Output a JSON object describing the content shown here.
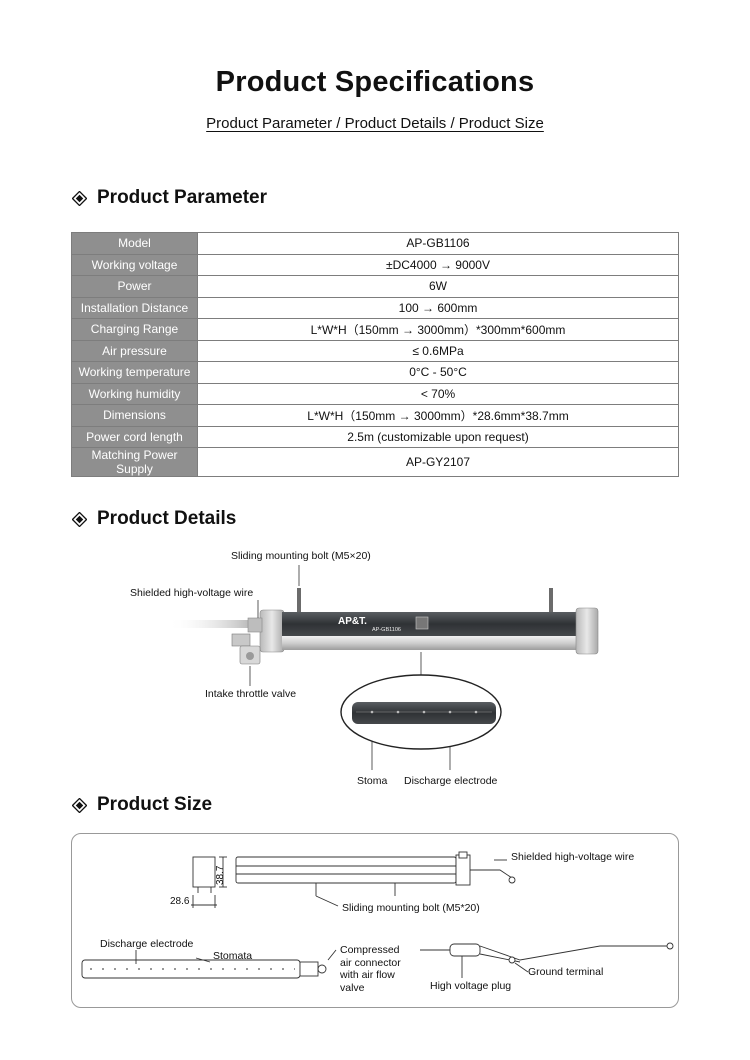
{
  "header": {
    "title": "Product Specifications",
    "subtitle": "Product Parameter / Product Details / Product Size"
  },
  "sections": {
    "parameter": "Product Parameter",
    "details": "Product Details",
    "size": "Product Size"
  },
  "params": [
    {
      "key": "Model",
      "value": "AP-GB1106"
    },
    {
      "key": "Working voltage",
      "value": "±DC4000 → 9000V"
    },
    {
      "key": "Power",
      "value": "6W"
    },
    {
      "key": "Installation Distance",
      "value": "100 → 600mm"
    },
    {
      "key": "Charging Range",
      "value": "L*W*H（150mm → 3000mm）*300mm*600mm"
    },
    {
      "key": "Air pressure",
      "value": "≤ 0.6MPa"
    },
    {
      "key": "Working temperature",
      "value": "0°C - 50°C"
    },
    {
      "key": "Working humidity",
      "value": "< 70%"
    },
    {
      "key": "Dimensions",
      "value": "L*W*H（150mm → 3000mm）*28.6mm*38.7mm"
    },
    {
      "key": "Power cord length",
      "value": "2.5m (customizable upon request)"
    },
    {
      "key": "Matching Power Supply",
      "value": "AP-GY2107"
    }
  ],
  "details": {
    "bolt_label": "Sliding mounting bolt (M5×20)",
    "wire_label": "Shielded high-voltage wire",
    "valve_label": "Intake throttle valve",
    "stoma_label": "Stoma",
    "electrode_label": "Discharge electrode",
    "brand_text": "AP&T.",
    "model_text": "AP-GB1106"
  },
  "size": {
    "height_dim": "38.7",
    "width_dim": "28.6",
    "wire_label": "Shielded high-voltage wire",
    "bolt_label": "Sliding mounting bolt (M5*20)",
    "electrode_label": "Discharge electrode",
    "stomata_label": "Stomata",
    "air_line1": "Compressed",
    "air_line2": "air connector",
    "air_line3": "with air flow",
    "air_line4": "valve",
    "plug_label": "High voltage plug",
    "ground_label": "Ground terminal"
  },
  "colors": {
    "table_key_bg": "#8f8f8f",
    "bar_dark": "#3a3d40",
    "line": "#333333"
  }
}
